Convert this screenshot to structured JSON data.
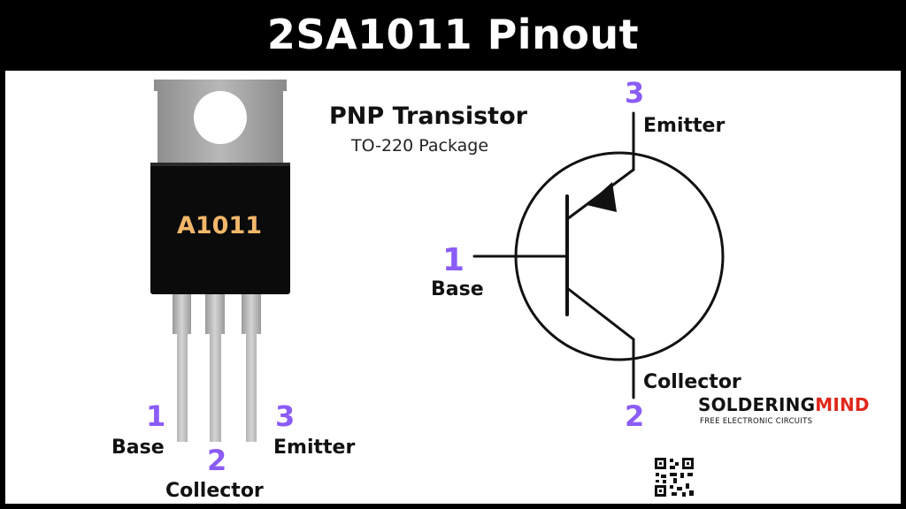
{
  "header": {
    "title": "2SA1011 Pinout"
  },
  "info": {
    "type": "PNP Transistor",
    "package": "TO-220 Package"
  },
  "chip": {
    "marking": "A1011"
  },
  "package_pins": [
    {
      "number": "1",
      "name": "Base"
    },
    {
      "number": "2",
      "name": "Collector"
    },
    {
      "number": "3",
      "name": "Emitter"
    }
  ],
  "symbol_pins": {
    "base": {
      "number": "1",
      "name": "Base"
    },
    "collector": {
      "number": "2",
      "name": "Collector"
    },
    "emitter": {
      "number": "3",
      "name": "Emitter"
    }
  },
  "brand": {
    "name_part1": "SOLDERING",
    "name_part2": "MIND",
    "tagline": "FREE ELECTRONIC CIRCUITS"
  },
  "colors": {
    "pin_number": "#8b5cf6",
    "brand_accent": "#e0281b",
    "chip_marking": "#f2b76a",
    "tab_metal": "#a9a9a9",
    "body": "#0b0b0b"
  }
}
